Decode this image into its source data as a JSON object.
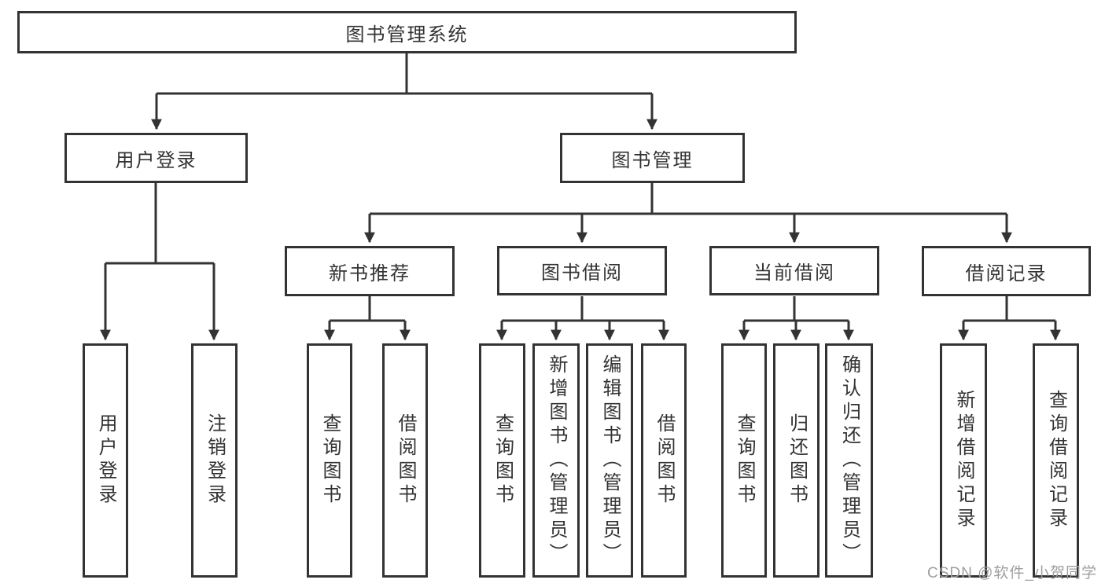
{
  "diagram_type": "hierarchy",
  "colors": {
    "line": "#333333",
    "text": "#333333",
    "background": "#ffffff",
    "watermark": "#9e9e9e"
  },
  "tree": {
    "label": "图书管理系统",
    "children": [
      {
        "label": "用户登录",
        "children": [
          {
            "label": "用户登录"
          },
          {
            "label": "注销登录"
          }
        ]
      },
      {
        "label": "图书管理",
        "children": [
          {
            "label": "新书推荐",
            "children": [
              {
                "label": "查询图书"
              },
              {
                "label": "借阅图书"
              }
            ]
          },
          {
            "label": "图书借阅",
            "children": [
              {
                "label": "查询图书"
              },
              {
                "label": "新增图书（管理员）"
              },
              {
                "label": "编辑图书（管理员）"
              },
              {
                "label": "借阅图书"
              }
            ]
          },
          {
            "label": "当前借阅",
            "children": [
              {
                "label": "查询图书"
              },
              {
                "label": "归还图书"
              },
              {
                "label": "确认归还（管理员）"
              }
            ]
          },
          {
            "label": "借阅记录",
            "children": [
              {
                "label": "新增借阅记录"
              },
              {
                "label": "查询借阅记录"
              }
            ]
          }
        ]
      }
    ]
  },
  "watermark": "CSDN @软件_小贺同学"
}
